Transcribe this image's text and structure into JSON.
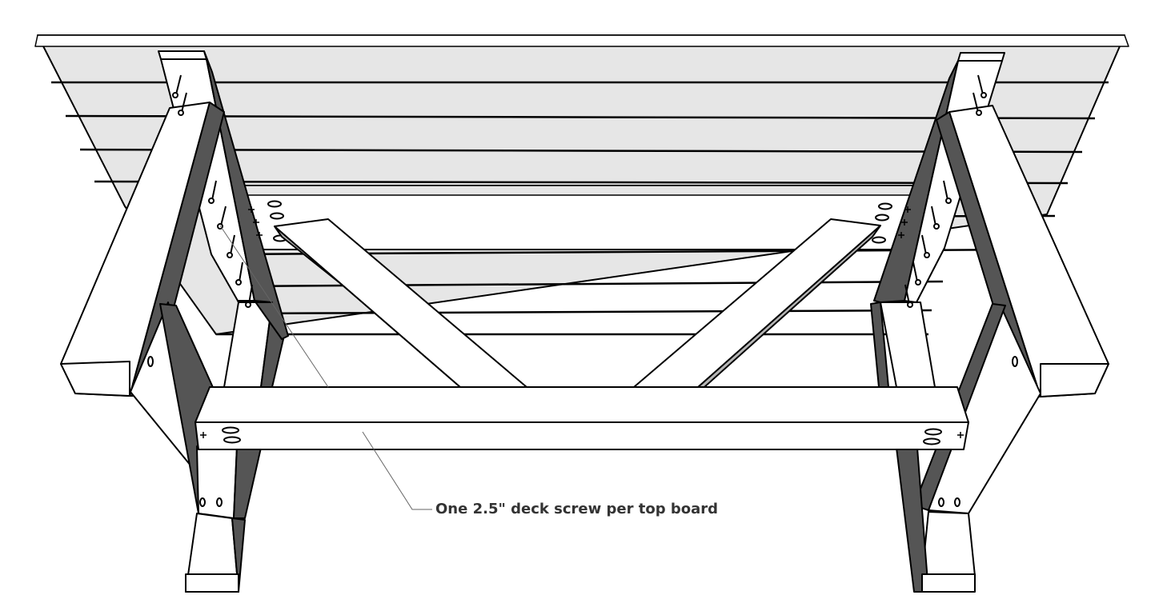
{
  "diagram": {
    "subject": "table",
    "view": "underside",
    "callout": {
      "text": "One 2.5\" deck screw per top board"
    },
    "colors": {
      "face_light": "#ffffff",
      "face_mid": "#e6e6e6",
      "face_dark": "#555555",
      "brace_edge": "#b5b5b5",
      "outline": "#000000",
      "leader": "#666666",
      "label": "#333333"
    }
  }
}
